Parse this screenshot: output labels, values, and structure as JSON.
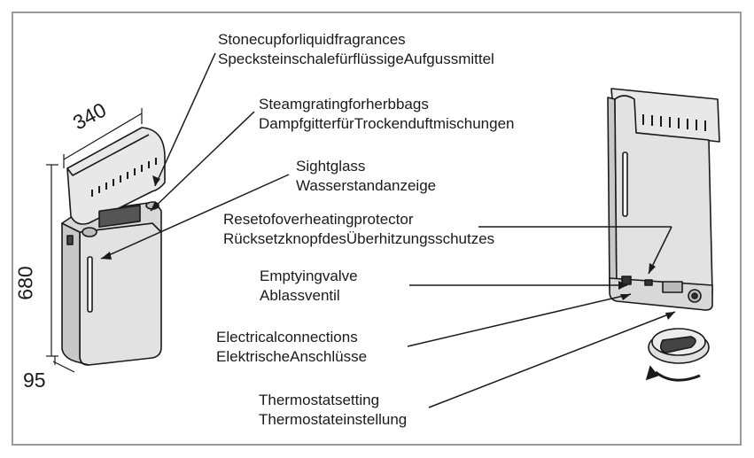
{
  "labels": [
    {
      "en": "Stonecupforliquidfragrances",
      "de": "SpecksteinschalefürflüssigeAufgussmittel"
    },
    {
      "en": "Steamgratingforherbbags",
      "de": "DampfgitterfürTrockenduftmischungen"
    },
    {
      "en": "Sightglass",
      "de": "Wasserstandanzeige"
    },
    {
      "en": "Resetofoverheatingprotector",
      "de": "RücksetzknopfdesÜberhitzungsschutzes"
    },
    {
      "en": "Emptyingvalve",
      "de": "Ablassventil"
    },
    {
      "en": "Electricalconnections",
      "de": "ElektrischeAnschlüsse"
    },
    {
      "en": "Thermostatsetting",
      "de": "Thermostateinstellung"
    }
  ],
  "dimensions": {
    "width": "340",
    "height": "680",
    "depth": "95"
  },
  "colors": {
    "frame": "#9a9a9a",
    "body_fill": "#e6e6e6",
    "body_dark": "#cfcfcf",
    "line": "#1a1a1a"
  }
}
